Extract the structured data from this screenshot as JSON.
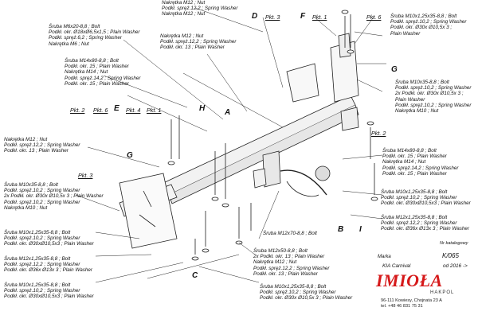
{
  "labels": {
    "top_nut": [
      "Nakrętka M12 ; Nut",
      "Podkł. spręż.12,2 ; Spring Washer",
      "Nakrętka M12 ; Nut"
    ],
    "bolt_m6": [
      "Śruba M6x20-8,8 ; Bolt",
      "Podkł. okr. Ø18xØ6,5x1,5 ; Plain Washer",
      "Podkł. spręż.6,2 ; Spring Washer",
      "Nakrętka M6 ; Nut"
    ],
    "nut_m12_mid": [
      "Nakrętka M12 ; Nut",
      "Podkł. spręż.12,2 ; Spring Washer",
      "Podkł. okr. 13 ; Plain Washer"
    ],
    "bolt_m14_left": [
      "Śruba M14x80-8,8 ; Bolt",
      "Podkł. okr. 15 ; Plain Washer",
      "Nakrętka M14 ; Nut",
      "Podkł. spręż.14,2 ; Spring Washer",
      "Podkł. okr. 15 ; Plain Washer"
    ],
    "nut_m12_left": [
      "Nakrętka M12 ; Nut",
      "Podkł. spręż.12,2 ; Spring Washer",
      "Podkł. okr. 13 ; Plain Washer"
    ],
    "bolt_m10_left": [
      "Śruba M10x35-8,8 ; Bolt",
      "Podkł. spręż.10,2 ; Spring Washer",
      "2x Podkł. okr. Ø30x Ø10,5x 3 ; Plain Washer",
      "Podkł. spręż.10,2 ; Spring Washer",
      "Nakrętka M10 ; Nut"
    ],
    "bolt_m10_lower": [
      "Śruba M10x1,25x35-8,8 ; Bolt",
      "Podkł. spręż.10,2 ; Spring Washer",
      "Podkł. okr. Ø30xØ10,5x3 ; Plain Washer"
    ],
    "bolt_m12_lower": [
      "Śruba M12x1,25x35-8,8 ; Bolt",
      "Podkł. spręż.12,2 ; Spring Washer",
      "Podkł. okr. Ø36x Ø13x 3 ; Plain Washer"
    ],
    "bolt_m10_bottom": [
      "Śruba M10x1,25x35-8,8 ; Bolt",
      "Podkł. spręż.10,2 ; Spring Washer",
      "Podkł. okr. Ø30xØ10,5x3 ; Plain Washer"
    ],
    "bolt_m10_topright": [
      "Śruba M10x1,25x35-8,8 ; Bolt",
      "Podkł. spręż.10,2 ; Spring Washer",
      "Podkł. okr. Ø30x Ø10,5x 3 ;",
      "Plain Washer"
    ],
    "bolt_m10_right": [
      "Śruba M10x35-8,8 ; Bolt",
      "Podkł. spręż.10,2 ; Spring Washer",
      "2x Podkł. okr. Ø30x Ø10,5x 3 ;",
      "Plain Washer",
      "Podkł. spręż.10,2 ; Spring Washer",
      "Nakrętka M10 ; Nut"
    ],
    "bolt_m14_right": [
      "Śruba M14x80-8,8 ; Bolt",
      "Podkł. okr. 15 ; Plain Washer",
      "Nakrętka M14 ; Nut",
      "Podkł. spręż.14,2 ; Spring Washer",
      "Podkł. okr. 15 ; Plain Washer"
    ],
    "bolt_m10_right2": [
      "Śruba M10x1,25x35-8,8 ; Bolt",
      "Podkł. spręż.10,2 ; Spring Washer",
      "Podkł. okr. Ø30xØ10,5x3 ; Plain Washer"
    ],
    "bolt_m12_right": [
      "Śruba M12x1,25x35-8,8 ; Bolt",
      "Podkł. spręż.12,2 ; Spring Washer",
      "Podkł. okr. Ø36x Ø13x 3 ; Plain Washer"
    ],
    "bolt_m12x70": "Śruba M12x70-8,8 ; Bolt",
    "bolt_m12x50": [
      "Śruba M12x50-8,8 ; Bolt",
      "2x Podkł. okr. 13 ; Plain Washer",
      "Nakrętka M12 ; Nut",
      "Podkł. spręż.12,2 ; Spring Washer",
      "Podkł. okr. 13 ; Plain Washer"
    ],
    "bolt_m10_center": [
      "Śruba M10x1,25x35-8,8 ; Bolt",
      "Podkł. spręż.10,2 ; Spring Washer",
      "Podkł. okr. Ø30x Ø10,5x 3 ; Plain Washer"
    ]
  },
  "letters": [
    "D",
    "F",
    "E",
    "H",
    "A",
    "G",
    "G",
    "B",
    "I",
    "C"
  ],
  "pkts": [
    "Pkt. 3",
    "Pkt. 1",
    "Pkt. 6",
    "Pkt. 2",
    "Pkt. 6",
    "Pkt. 4",
    "Pkt. 1",
    "Pkt. 2",
    "Pkt. 3"
  ],
  "catalog": {
    "label": "Nr katalogowy",
    "number": "K/065",
    "marka_label": "Marka",
    "model": "KIA Carnival",
    "year": "od 2016 ->"
  },
  "brand": {
    "name": "IMIOŁA",
    "sub": "HAKPOL",
    "address": "96-111 Kowiesy, Chojnata 23 A",
    "phone": "tel. +48 46 831 75 31"
  }
}
